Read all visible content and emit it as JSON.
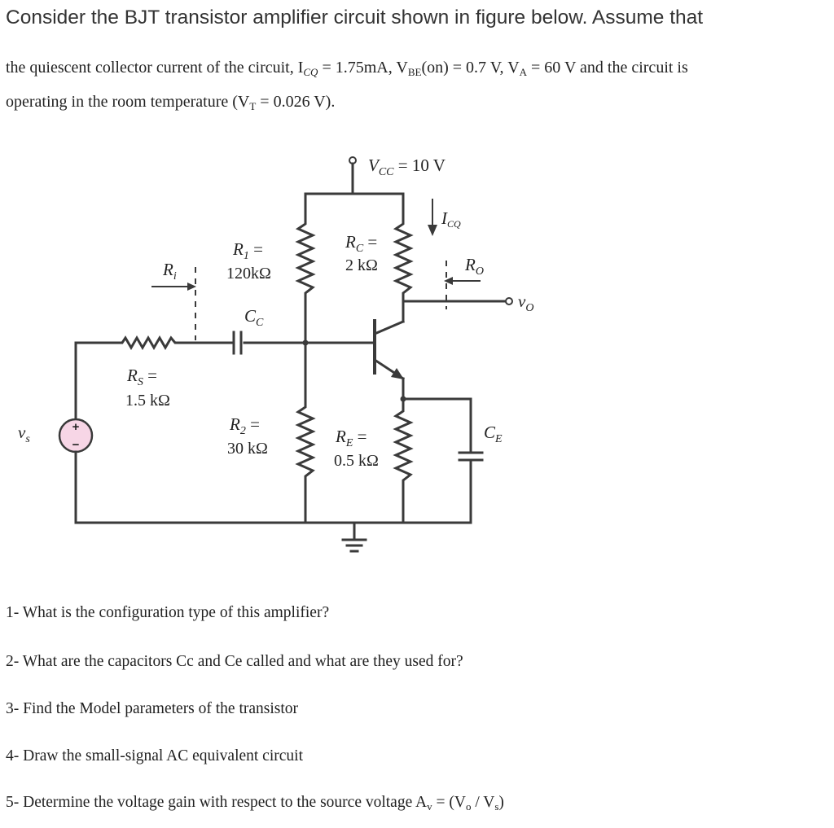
{
  "problem": {
    "heading": "Consider the BJT transistor amplifier circuit shown in figure below. Assume that",
    "para": {
      "t1": "the quiescent collector current of the circuit, I",
      "s1": "CQ",
      "t2": " = 1.75mA, V",
      "s2": "BE",
      "t3": "(on) = 0.7 V, V",
      "s3": "A",
      "t4": " = 60 V and the circuit is",
      "t5": "operating in the room temperature (V",
      "s5": "T",
      "t6": " = 0.026 V)."
    }
  },
  "circuit": {
    "vcc": "V",
    "vcc_sub": "CC",
    "vcc_value": " = 10 V",
    "icq": "I",
    "icq_sub": "CQ",
    "r1_name": "R",
    "r1_sub": "1",
    "r1_eq": " =",
    "r1_value": "120kΩ",
    "rc_name": "R",
    "rc_sub": "C",
    "rc_eq": " =",
    "rc_value": "2 kΩ",
    "ri_name": "R",
    "ri_sub": "i",
    "ro_name": "R",
    "ro_sub": "O",
    "vo_name": "v",
    "vo_sub": "O",
    "cc_name": "C",
    "cc_sub": "C",
    "rs_name": "R",
    "rs_sub": "S",
    "rs_eq": " =",
    "rs_value": "1.5 kΩ",
    "vs_name": "v",
    "vs_sub": "s",
    "src_plus": "+",
    "src_minus": "−",
    "r2_name": "R",
    "r2_sub": "2",
    "r2_eq": " =",
    "r2_value": "30 kΩ",
    "re_name": "R",
    "re_sub": "E",
    "re_eq": " =",
    "re_value": "0.5 kΩ",
    "ce_name": "C",
    "ce_sub": "E"
  },
  "questions": {
    "q1": "1- What is the configuration type of this amplifier?",
    "q2": "2- What are the capacitors Cc and Ce called and what are they used for?",
    "q3": "3- Find the Model parameters of the transistor",
    "q4": "4- Draw the small-signal AC equivalent circuit",
    "q5": {
      "t1": "5- Determine the voltage gain with respect to the source voltage A",
      "s1": "v",
      "t2": " = (V",
      "s2": "o",
      "t3": " / V",
      "s3": "s",
      "t4": ")"
    }
  },
  "colors": {
    "source_fill": "#f7d6e6",
    "wire": "#3a3a3a"
  }
}
